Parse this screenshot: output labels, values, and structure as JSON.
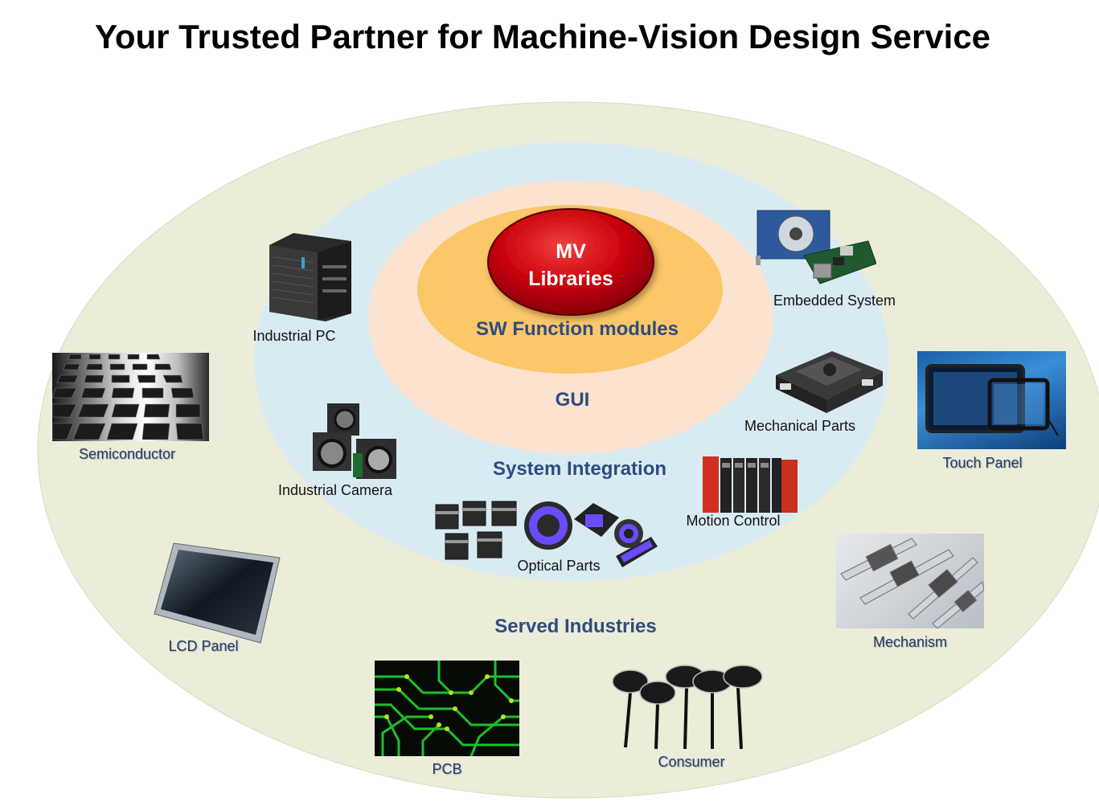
{
  "title": "Your Trusted Partner for Machine-Vision Design Service",
  "core": {
    "line1": "MV",
    "line2": "Libraries"
  },
  "rings": {
    "sw": "SW Function modules",
    "gui": "GUI",
    "integration": "System Integration",
    "industries": "Served Industries"
  },
  "integration_items": {
    "industrial_pc": "Industrial PC",
    "embedded_system": "Embedded System",
    "mechanical_parts": "Mechanical Parts",
    "industrial_camera": "Industrial Camera",
    "motion_control": "Motion Control",
    "optical_parts": "Optical Parts"
  },
  "industries": {
    "semiconductor": "Semiconductor",
    "touch_panel": "Touch Panel",
    "lcd_panel": "LCD Panel",
    "mechanism": "Mechanism",
    "pcb": "PCB",
    "consumer": "Consumer"
  },
  "colors": {
    "outer_ring": "#ebedd9",
    "integration_ring": "#d9ebf2",
    "gui_ring": "#fbe3cf",
    "sw_ring": "#fcc768",
    "core": "#c8000a",
    "ring_text": "#2e4c80"
  }
}
